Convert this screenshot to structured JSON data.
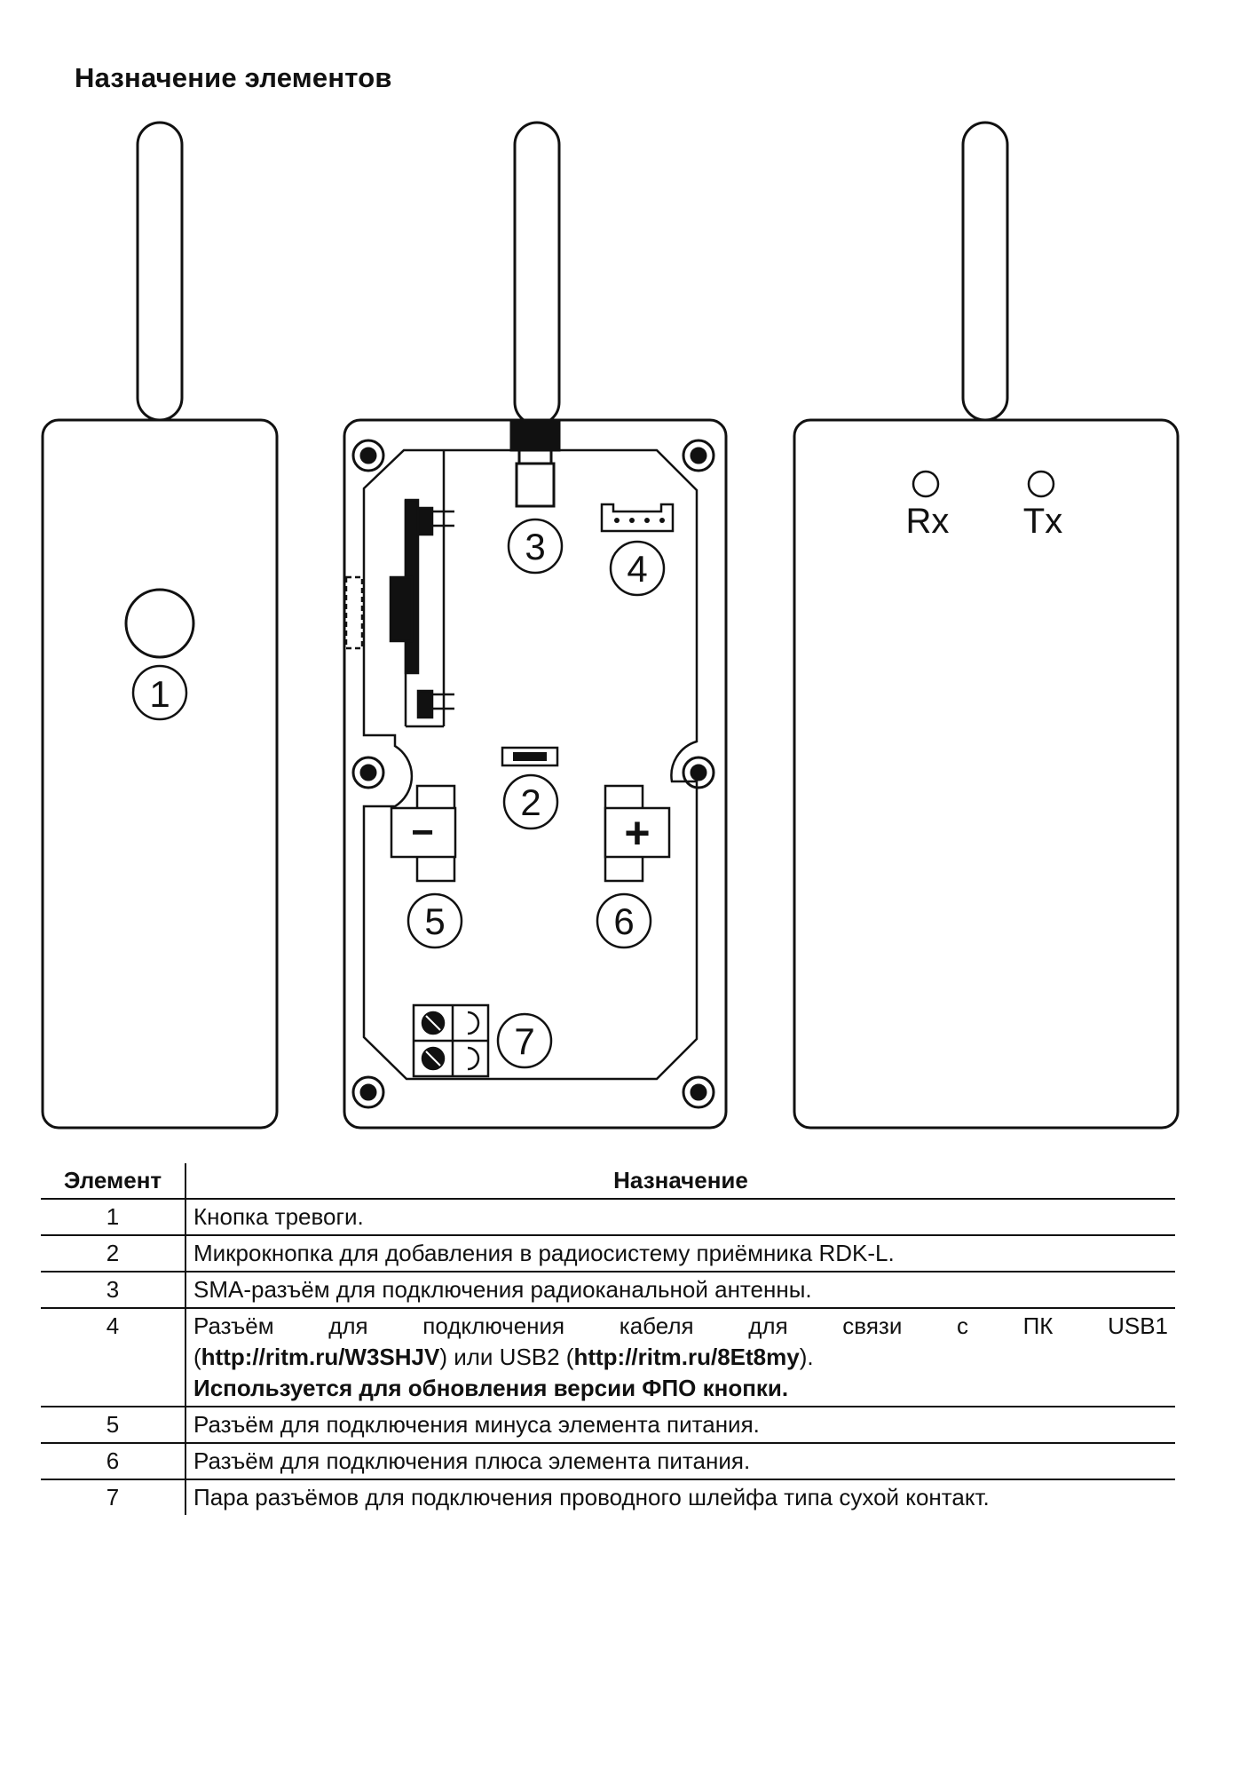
{
  "title": "Назначение элементов",
  "diagram": {
    "callouts": [
      "1",
      "2",
      "3",
      "4",
      "5",
      "6",
      "7"
    ],
    "minus_sign": "−",
    "plus_sign": "+",
    "rx_label": "Rx",
    "tx_label": "Tx"
  },
  "table": {
    "headers": [
      "Элемент",
      "Назначение"
    ],
    "rows": [
      {
        "num": "1",
        "desc": "Кнопка тревоги."
      },
      {
        "num": "2",
        "desc": "Микрокнопка для добавления в радиосистему приёмника RDK-L."
      },
      {
        "num": "3",
        "desc": "SMA-разъём для подключения радиоканальной антенны."
      },
      {
        "num": "4",
        "line1": "Разъём для подключения кабеля для связи с ПК USB1",
        "line2_a": "(",
        "link1": "http://ritm.ru/W3SHJV",
        "line2_b": ") или USB2 (",
        "link2": "http://ritm.ru/8Et8my",
        "line2_c": ").",
        "line3": "Используется для обновления версии ФПО кнопки."
      },
      {
        "num": "5",
        "desc": "Разъём для подключения минуса элемента питания."
      },
      {
        "num": "6",
        "desc": "Разъём для подключения плюса элемента питания."
      },
      {
        "num": "7",
        "desc": "Пара разъёмов для подключения проводного шлейфа типа сухой контакт."
      }
    ]
  }
}
